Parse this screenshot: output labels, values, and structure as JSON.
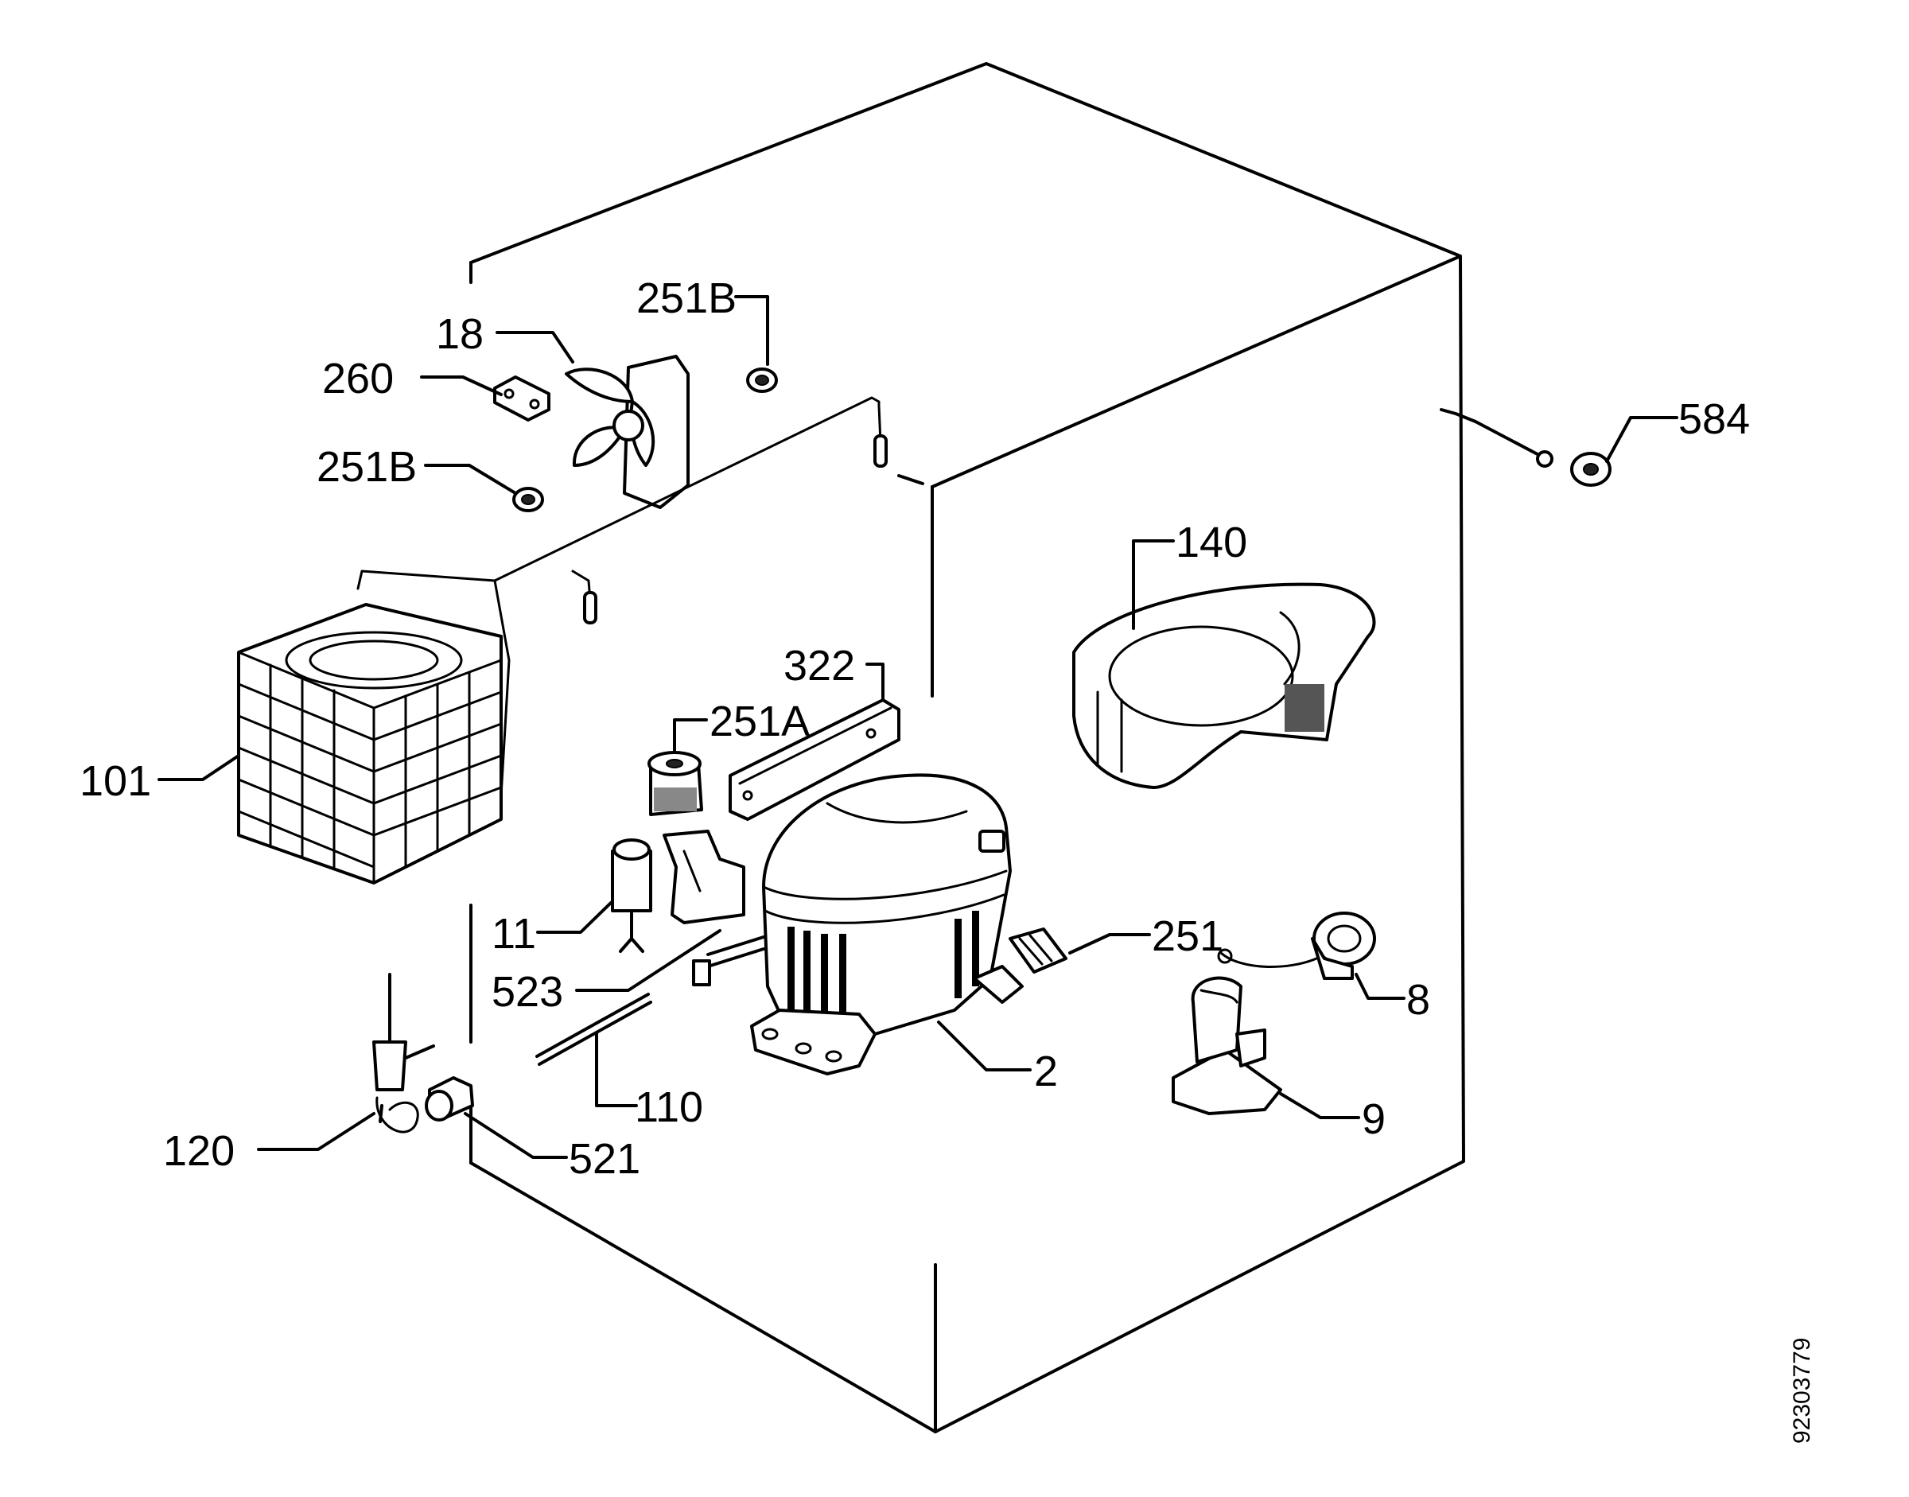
{
  "diagram": {
    "labels": {
      "l_584": "584",
      "l_251B_top": "251B",
      "l_18": "18",
      "l_260": "260",
      "l_251B_left": "251B",
      "l_140": "140",
      "l_101": "101",
      "l_322": "322",
      "l_251A": "251A",
      "l_11": "11",
      "l_251": "251",
      "l_523": "523",
      "l_8": "8",
      "l_2": "2",
      "l_110": "110",
      "l_9": "9",
      "l_120": "120",
      "l_521": "521"
    },
    "document_number": "92303779"
  }
}
